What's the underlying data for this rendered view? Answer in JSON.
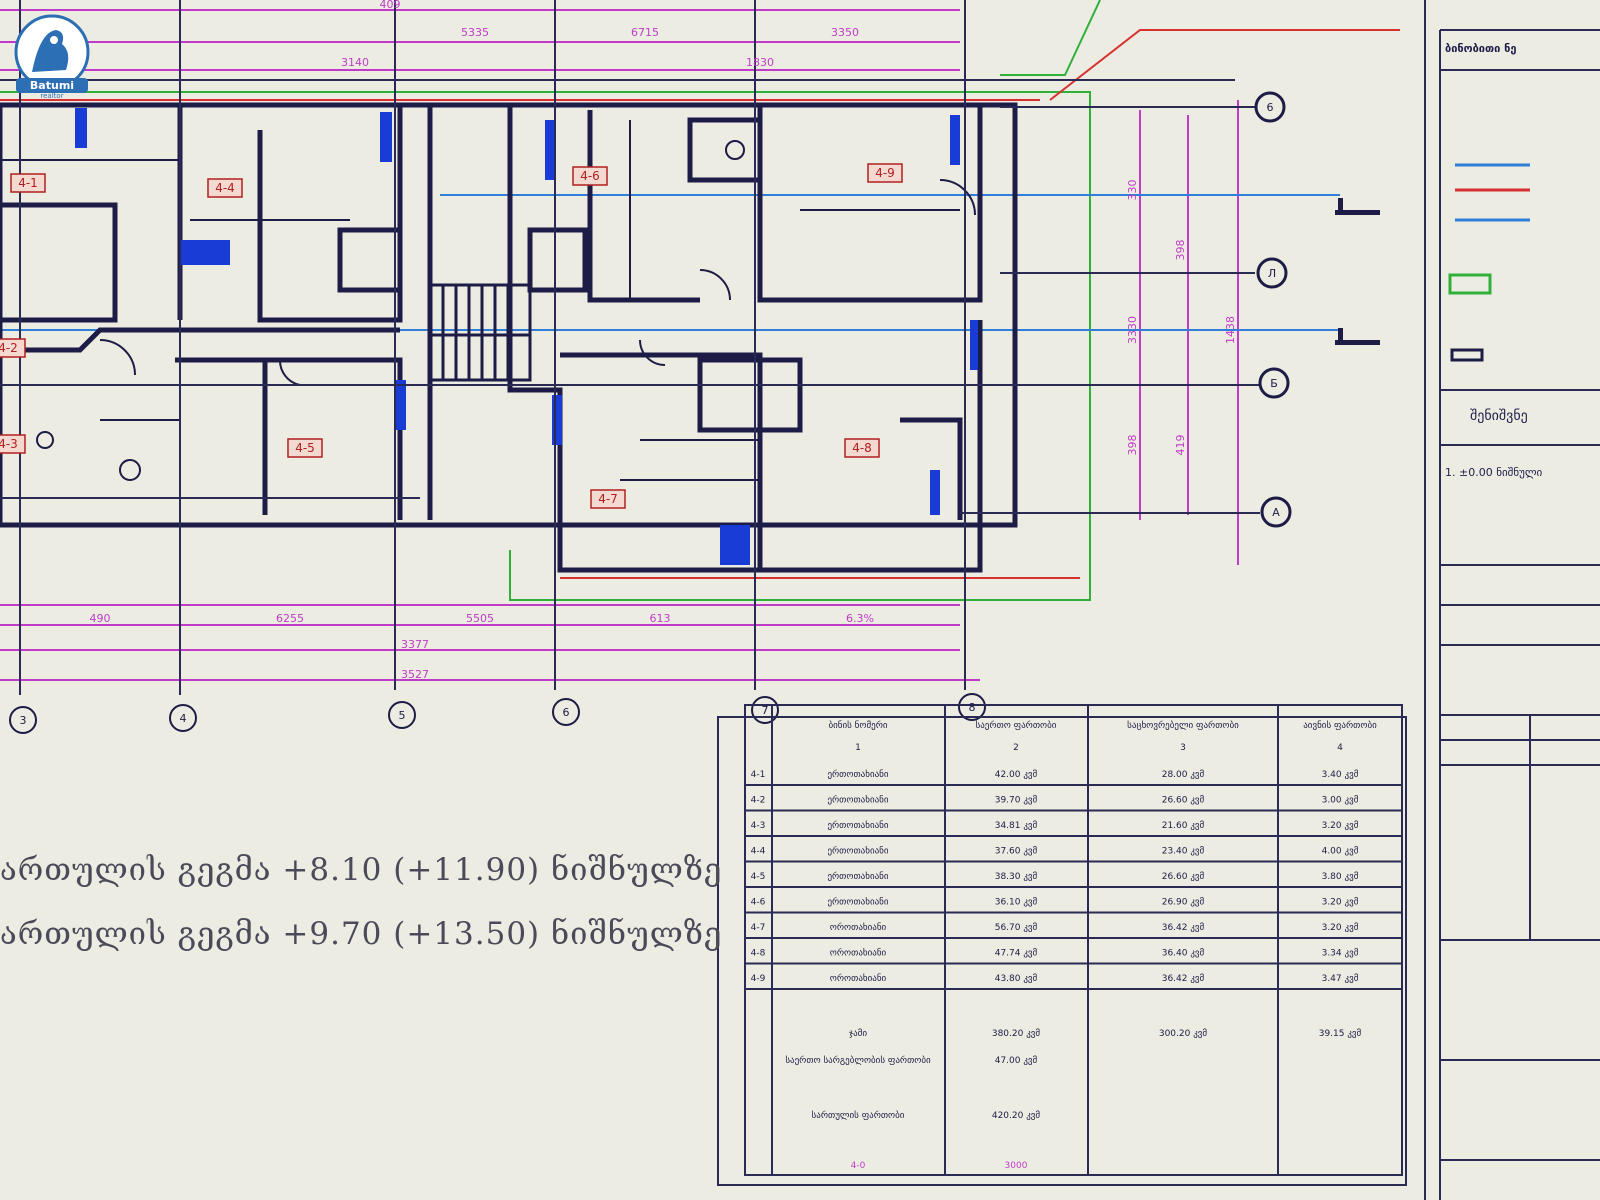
{
  "watermark": {
    "brand": "Batumi",
    "sub": "realtor"
  },
  "captions": [
    "ართულის გეგმა +8.10 (+11.90) ნიშნულზე",
    "ართულის გეგმა +9.70 (+13.50) ნიშნულზე"
  ],
  "rooms": [
    "4-1",
    "4-4",
    "4-6",
    "4-9",
    "4-2",
    "4-3",
    "4-5",
    "4-7",
    "4-8"
  ],
  "axes_columns": [
    "3",
    "4",
    "5",
    "6",
    "7",
    "8"
  ],
  "axes_rows": [
    "6",
    "Л",
    "Б",
    "А"
  ],
  "dimensions": {
    "top": [
      "409",
      "5335",
      "6715",
      "3350",
      "3140",
      "1830"
    ],
    "bottom": [
      "490",
      "6255",
      "5505",
      "613",
      "6.3%",
      "3377",
      "3527"
    ],
    "vertical": [
      "330",
      "398",
      "3330",
      "398",
      "419",
      "1438"
    ]
  },
  "right_panel": {
    "title": "ბინობითი ნე",
    "note_text": "1.  ±0.00 ნიშნული",
    "section": "შენიშვნე"
  },
  "area_table": {
    "headers": [
      "ბინის ნომერი",
      "საერთო ფართობი",
      "საცხოვრებელი ფართობი",
      "აივნის ფართობი"
    ],
    "column_index": [
      "1",
      "2",
      "3",
      "4"
    ],
    "rows": [
      [
        "4-1",
        "ერთოთახიანი",
        "42.00 კვმ",
        "28.00 კვმ",
        "3.40 კვმ"
      ],
      [
        "4-2",
        "ერთოთახიანი",
        "39.70 კვმ",
        "26.60 კვმ",
        "3.00 კვმ"
      ],
      [
        "4-3",
        "ერთოთახიანი",
        "34.81 კვმ",
        "21.60 კვმ",
        "3.20 კვმ"
      ],
      [
        "4-4",
        "ერთოთახიანი",
        "37.60 კვმ",
        "23.40 კვმ",
        "4.00 კვმ"
      ],
      [
        "4-5",
        "ერთოთახიანი",
        "38.30 კვმ",
        "26.60 კვმ",
        "3.80 კვმ"
      ],
      [
        "4-6",
        "ერთოთახიანი",
        "36.10 კვმ",
        "26.90 კვმ",
        "3.20 კვმ"
      ],
      [
        "4-7",
        "ოროთახიანი",
        "56.70 კვმ",
        "36.42 კვმ",
        "3.20 კვმ"
      ],
      [
        "4-8",
        "ოროთახიანი",
        "47.74 კვმ",
        "36.40 კვმ",
        "3.34 კვმ"
      ],
      [
        "4-9",
        "ოროთახიანი",
        "43.80 კვმ",
        "36.42 კვმ",
        "3.47 კვმ"
      ]
    ],
    "total_label": "ჯამი",
    "total_values": [
      "380.20 კვმ",
      "300.20 კვმ",
      "39.15 კვმ"
    ],
    "extra_rows": [
      [
        "საერთო სარგებლობის ფართობი",
        "47.00 კვმ"
      ],
      [
        "სართულის ფართობი",
        "420.20 კვმ"
      ],
      [
        "4-0",
        "3000"
      ]
    ]
  },
  "colors": {
    "wall": "#1c1c46",
    "grid_line": "#2a2a55",
    "dimension": "#c03cc8",
    "section_green": "#2fb03a",
    "red_line": "#d83030",
    "blue_line": "#2f7fd8",
    "column_blue": "#1a3cd6",
    "paper": "#ecece2"
  }
}
